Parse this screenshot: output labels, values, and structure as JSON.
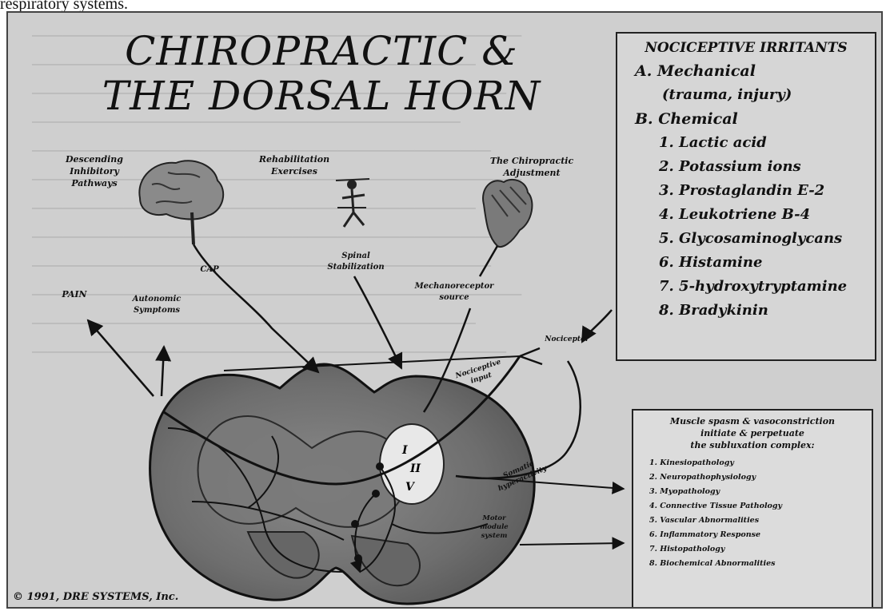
{
  "top_text": "respiratory systems.",
  "title_line1": "CHIROPRACTIC &",
  "title_line2": "THE DORSAL HORN",
  "labels": {
    "descending": "Descending\nInhibitory\nPathways",
    "rehab": "Rehabilitation\nExercises",
    "spinal_stab": "Spinal\nStabilization",
    "chiro_adj": "The Chiropractic\nAdjustment",
    "cap": "CAP",
    "pain": "PAIN",
    "autonomic": "Autonomic\nSymptoms",
    "mechanoreceptor": "Mechanoreceptor\nsource",
    "nociceptor": "Nociceptor",
    "nociceptive_input": "Nociceptive\ninput",
    "somatic": "Somatic\nhyperactivity",
    "motor": "Motor\nmodule\nsystem"
  },
  "nociceptive": {
    "title": "NOCICEPTIVE IRRITANTS",
    "a_label": "A. Mechanical",
    "a_sub": "(trauma, injury)",
    "b_label": "B. Chemical",
    "items": [
      "1. Lactic acid",
      "2. Potassium ions",
      "3. Prostaglandin E-2",
      "4. Leukotriene B-4",
      "5. Glycosaminoglycans",
      "6. Histamine",
      "7. 5-hydroxytryptamine",
      "8. Bradykinin"
    ]
  },
  "muscle": {
    "heading": "Muscle spasm & vasoconstriction\ninitiate & perpetuate\nthe subluxation complex:",
    "items": [
      "1. Kinesiopathology",
      "2. Neuropathophysiology",
      "3. Myopathology",
      "4. Connective Tissue Pathology",
      "5. Vascular Abnormalities",
      "6. Inflammatory Response",
      "7. Histopathology",
      "8. Biochemical Abnormalities"
    ]
  },
  "copyright": "© 1991, DRE SYSTEMS, Inc."
}
